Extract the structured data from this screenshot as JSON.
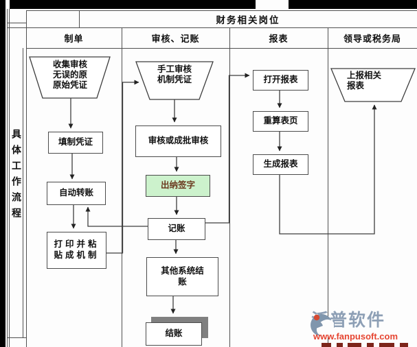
{
  "title": "财务相关岗位",
  "side_label": "具体工作流程",
  "columns": [
    {
      "label": "制单"
    },
    {
      "label": "审核、记账"
    },
    {
      "label": "报表"
    },
    {
      "label": "领导或税务局"
    }
  ],
  "nodes": {
    "collect": "收集审核\n无误的原\n原始凭证",
    "fill_voucher": "填制凭证",
    "auto_transfer": "自动转账",
    "print_paste": "打印并粘\n贴成机制",
    "manual_audit": "手工审核\n机制凭证",
    "audit_or_batch": "审核或成批审核",
    "cashier_sign": "出纳签字",
    "bookkeep": "记账",
    "other_system_close": "其他系统结\n账",
    "close_account": "结账",
    "open_report": "打开报表",
    "recalc_sheet": "重算表页",
    "generate_report": "生成报表",
    "submit_report": "上报相关\n报表"
  },
  "logo": {
    "name": "泛普软件",
    "url": "www.fanpusoft.com"
  },
  "colors": {
    "cashier_fill": "#ccf2cc",
    "cashier_text": "#6b3a1f",
    "shadow": "#808080",
    "line": "#3d3d3d",
    "logo_text": "#8d9fb5",
    "logo_url": "#e64430"
  }
}
